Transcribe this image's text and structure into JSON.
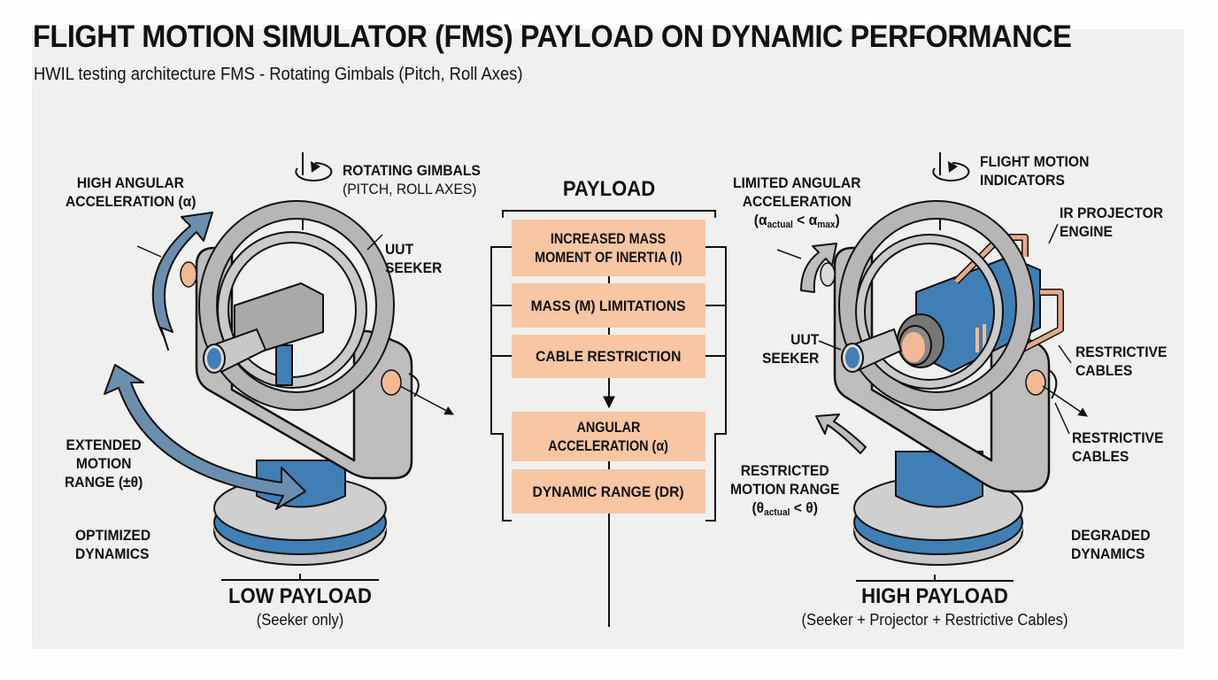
{
  "header": {
    "title": "FLIGHT MOTION SIMULATOR (FMS) PAYLOAD ON DYNAMIC PERFORMANCE",
    "subtitle": "HWIL testing architecture FMS - Rotating Gimbals (Pitch, Roll Axes)"
  },
  "left": {
    "high_accel_line1": "HIGH ANGULAR",
    "high_accel_line2": "ACCELERATION (α)",
    "gimbals_line1": "ROTATING GIMBALS",
    "gimbals_line2": "(PITCH, ROLL AXES)",
    "uut_line1": "UUT",
    "uut_line2": "SEEKER",
    "extended_line1": "EXTENDED",
    "extended_line2": "MOTION",
    "extended_line3": "RANGE (±θ)",
    "optimized_line1": "OPTIMIZED",
    "optimized_line2": "DYNAMICS",
    "footer_title": "LOW PAYLOAD",
    "footer_sub": "(Seeker only)"
  },
  "center": {
    "heading": "PAYLOAD",
    "boxes": [
      "INCREASED MASS MOMENT OF INERTIA (I)",
      "MASS (M) LIMITATIONS",
      "CABLE RESTRICTION",
      "ANGULAR ACCELERATION (α)",
      "DYNAMIC RANGE (DR)"
    ],
    "box0_line1": "INCREASED MASS",
    "box0_line2": "MOMENT OF INERTIA (I)",
    "box3_line1": "ANGULAR",
    "box3_line2": "ACCELERATION (α)"
  },
  "right": {
    "limited_line1": "LIMITED ANGULAR",
    "limited_line2": "ACCELERATION",
    "limited_alpha": "α",
    "limited_sub_actual": "actual",
    "limited_lt": " < ",
    "limited_sub_max": "max",
    "indicators_line1": "FLIGHT MOTION",
    "indicators_line2": "INDICATORS",
    "projector_line1": "IR PROJECTOR",
    "projector_line2": "ENGINE",
    "uut_line1": "UUT",
    "uut_line2": "SEEKER",
    "cables1_line1": "RESTRICTIVE",
    "cables1_line2": "CABLES",
    "cables2_line1": "RESTRICTIVE",
    "cables2_line2": "CABLES",
    "restricted_line1": "RESTRICTED",
    "restricted_line2": "MOTION RANGE",
    "restricted_theta": "θ",
    "restricted_sub_actual": "actual",
    "restricted_rest": " < θ",
    "degraded_line1": "DEGRADED",
    "degraded_line2": "DYNAMICS",
    "footer_title": "HIGH PAYLOAD",
    "footer_sub": "(Seeker + Projector + Restrictive Cables)"
  },
  "colors": {
    "background": "#f0f0ef",
    "payload_box": "#f8c6a3",
    "gimbal_gray": "#b9b9b9",
    "accent_blue": "#3f7fb5",
    "arrow_blue": "#6a8fae",
    "copper": "#e9a98b"
  }
}
